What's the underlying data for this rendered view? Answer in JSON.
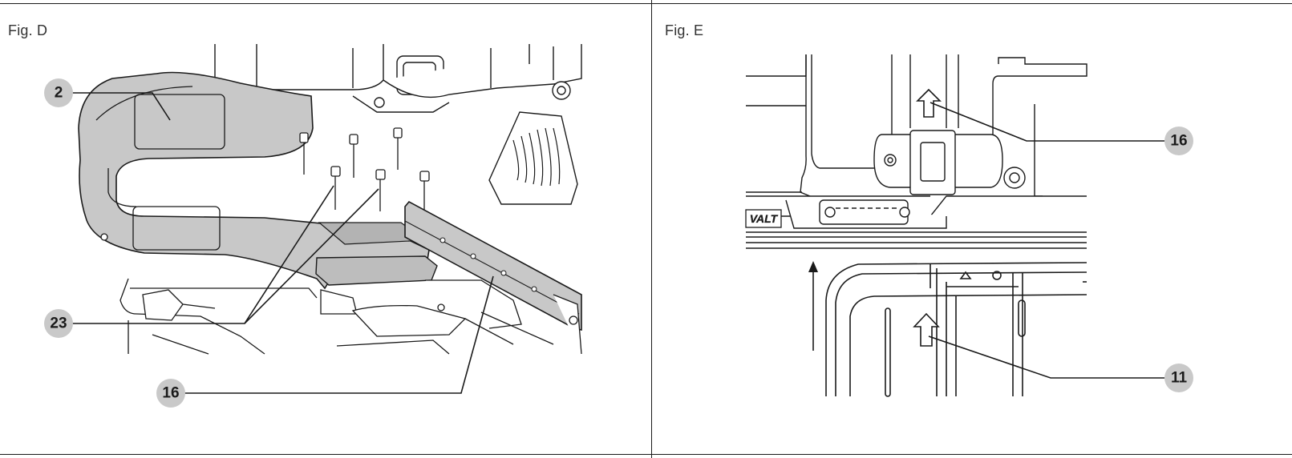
{
  "figures": [
    {
      "label": "Fig. D",
      "callouts": [
        {
          "number": "2"
        },
        {
          "number": "23"
        },
        {
          "number": "16"
        }
      ]
    },
    {
      "label": "Fig. E",
      "callouts": [
        {
          "number": "16"
        },
        {
          "number": "11"
        }
      ]
    }
  ],
  "brand_fragment": "VALT",
  "colors": {
    "part_fill": "#c8c8c8",
    "callout_fill": "#c9c9c9",
    "line": "#1a1a1a"
  }
}
